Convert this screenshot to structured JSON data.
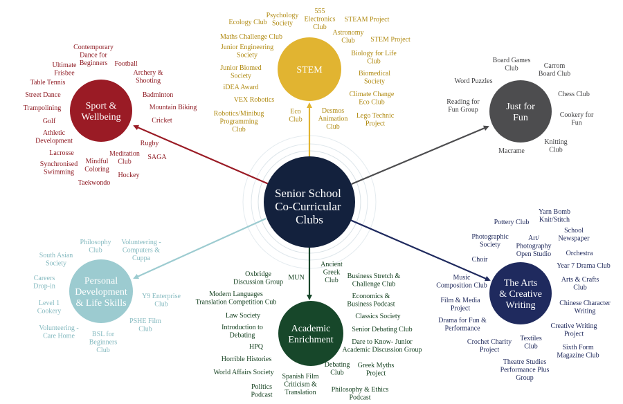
{
  "hub": {
    "lines": [
      "Senior School",
      "Co-Curricular",
      "Clubs"
    ],
    "color": "#13213d"
  },
  "categories": [
    {
      "id": "stem",
      "title": [
        "STEM"
      ],
      "color": "#e1b431",
      "text_color": "#b08a12",
      "clubs": [
        [
          "Ecology Club"
        ],
        [
          "Psychology",
          "Society"
        ],
        [
          "555",
          "Electronics",
          "Club"
        ],
        [
          "STEAM Project"
        ],
        [
          "Maths Challenge Club"
        ],
        [
          "Astronomy",
          "Club"
        ],
        [
          "STEM Project"
        ],
        [
          "Junior Engineering",
          "Society"
        ],
        [
          "Biology for Life",
          "Club"
        ],
        [
          "Junior Biomed",
          "Society"
        ],
        [
          "Biomedical",
          "Society"
        ],
        [
          "iDEA Award"
        ],
        [
          "Climate Change",
          "Eco Club"
        ],
        [
          "VEX Robotics"
        ],
        [
          "Robotics/Minibug",
          "Programming",
          "Club"
        ],
        [
          "Eco",
          "Club"
        ],
        [
          "Desmos",
          "Animation",
          "Club"
        ],
        [
          "Lego Technic",
          "Project"
        ]
      ]
    },
    {
      "id": "sport",
      "title": [
        "Sport &",
        "Wellbeing"
      ],
      "color": "#9a1b25",
      "text_color": "#8e1a22",
      "clubs": [
        [
          "Contemporary",
          "Dance for",
          "Beginners"
        ],
        [
          "Football"
        ],
        [
          "Ultimate",
          "Frisbee"
        ],
        [
          "Archery &",
          "Shooting"
        ],
        [
          "Table Tennis"
        ],
        [
          "Street Dance"
        ],
        [
          "Badminton"
        ],
        [
          "Trampolining"
        ],
        [
          "Mountain Biking"
        ],
        [
          "Golf"
        ],
        [
          "Cricket"
        ],
        [
          "Athletic",
          "Development"
        ],
        [
          "Rugby"
        ],
        [
          "Lacrosse"
        ],
        [
          "Meditation",
          "Club"
        ],
        [
          "SAGA"
        ],
        [
          "Synchronised",
          "Swimming"
        ],
        [
          "Mindful",
          "Coloring"
        ],
        [
          "Hockey"
        ],
        [
          "Taekwondo"
        ]
      ]
    },
    {
      "id": "fun",
      "title": [
        "Just for",
        "Fun"
      ],
      "color": "#4d4d4f",
      "text_color": "#3e3e40",
      "clubs": [
        [
          "Board Games",
          "Club"
        ],
        [
          "Carrom",
          "Board Club"
        ],
        [
          "Word Puzzles"
        ],
        [
          "Chess Club"
        ],
        [
          "Reading for",
          "Fun Group"
        ],
        [
          "Cookery for",
          "Fun"
        ],
        [
          "Knitting",
          "Club"
        ],
        [
          "Macrame"
        ]
      ]
    },
    {
      "id": "personal",
      "title": [
        "Personal",
        "Development",
        "& Life Skills"
      ],
      "color": "#9ccbd0",
      "text_color": "#84b9bf",
      "clubs": [
        [
          "Philosophy",
          "Club"
        ],
        [
          "Volunteering -",
          "Computers &",
          "Cuppa"
        ],
        [
          "South Asian",
          "Society"
        ],
        [
          "Careers",
          "Drop-in"
        ],
        [
          "Y9 Enterprise",
          "Club"
        ],
        [
          "Level 1",
          "Cookery"
        ],
        [
          "PSHE Film",
          "Club"
        ],
        [
          "Volunteering -",
          "Care Home"
        ],
        [
          "BSL for",
          "Beginners",
          "Club"
        ]
      ]
    },
    {
      "id": "academic",
      "title": [
        "Academic",
        "Enrichment"
      ],
      "color": "#17472a",
      "text_color": "#14401f",
      "clubs": [
        [
          "Oxbridge",
          "Discussion Group"
        ],
        [
          "MUN"
        ],
        [
          "Ancient",
          "Greek",
          "Club"
        ],
        [
          "Business Stretch &",
          "Challenge Club"
        ],
        [
          "Modern Languages",
          "Translation Competition Cub"
        ],
        [
          "Economics &",
          "Business Podcast"
        ],
        [
          "Law Society"
        ],
        [
          "Classics Society"
        ],
        [
          "Introduction to",
          "Debating"
        ],
        [
          "Senior Debating Club"
        ],
        [
          "HPQ"
        ],
        [
          "Dare to Know- Junior",
          "Academic Discussion Group"
        ],
        [
          "Horrible Histories"
        ],
        [
          "Debating",
          "Club"
        ],
        [
          "Greek Myths",
          "Project"
        ],
        [
          "World Affairs Society"
        ],
        [
          "Spanish Film",
          "Criticism &",
          "Translation"
        ],
        [
          "Politics",
          "Podcast"
        ],
        [
          "Philosophy & Ethics",
          "Podcast"
        ]
      ]
    },
    {
      "id": "arts",
      "title": [
        "The Arts",
        "& Creative",
        "Writing"
      ],
      "color": "#1f2a5e",
      "text_color": "#1c2659",
      "clubs": [
        [
          "Yarn Bomb",
          "Knit/Stitch"
        ],
        [
          "Pottery Club"
        ],
        [
          "Photographic",
          "Society"
        ],
        [
          "Art/",
          "Photography",
          "Open Studio"
        ],
        [
          "School",
          "Newspaper"
        ],
        [
          "Orchestra"
        ],
        [
          "Choir"
        ],
        [
          "Year 7 Drama Club"
        ],
        [
          "Music",
          "Composition Club"
        ],
        [
          "Arts & Crafts",
          "Club"
        ],
        [
          "Film & Media",
          "Project"
        ],
        [
          "Chinese Character",
          "Writing"
        ],
        [
          "Drama for Fun &",
          "Performance"
        ],
        [
          "Creative Writing",
          "Project"
        ],
        [
          "Textiles",
          "Club"
        ],
        [
          "Crochet Charity",
          "Project"
        ],
        [
          "Sixth Form",
          "Magazine Club"
        ],
        [
          "Theatre Studies",
          "Performance Plus",
          "Group"
        ]
      ]
    }
  ]
}
